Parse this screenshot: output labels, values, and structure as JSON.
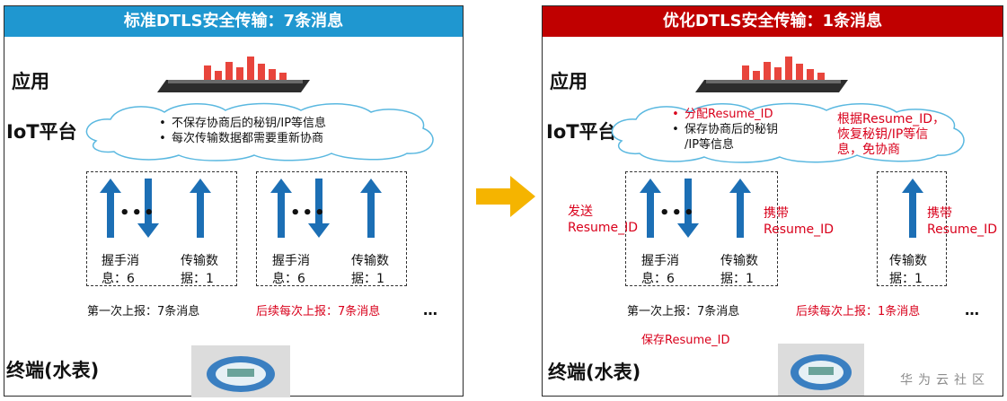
{
  "left_panel": {
    "title": "标准DTLS安全传输：7条消息",
    "app_label": "应用",
    "platform_label": "IoT平台",
    "platform_notes": [
      "不保存协商后的秘钥/IP等信息",
      "每次传输数据都需要重新协商"
    ],
    "groups": [
      {
        "handshake_label_1": "握手消",
        "handshake_label_2": "息：6",
        "transfer_label_1": "传输数",
        "transfer_label_2": "据：1"
      },
      {
        "handshake_label_1": "握手消",
        "handshake_label_2": "息：6",
        "transfer_label_1": "传输数",
        "transfer_label_2": "据：1"
      }
    ],
    "first_report": "第一次上报：7条消息",
    "later_report": "后续每次上报：7条消息",
    "ellipsis": "…",
    "terminal_label": "终端(水表)"
  },
  "right_panel": {
    "title": "优化DTLS安全传输：1条消息",
    "app_label": "应用",
    "platform_label": "IoT平台",
    "platform_note_red": "分配Resume_ID",
    "platform_note_black_1": "保存协商后的秘钥",
    "platform_note_black_2": "/IP等信息",
    "restore_note": [
      "根据Resume_ID，",
      "恢复秘钥/IP等信",
      "息，免协商"
    ],
    "send_note": [
      "发送",
      "Resume_ID"
    ],
    "carry_note_1": [
      "携带",
      "Resume_ID"
    ],
    "carry_note_2": [
      "携带",
      "Resume_ID"
    ],
    "group1": {
      "handshake_label_1": "握手消",
      "handshake_label_2": "息：6",
      "transfer_label_1": "传输数",
      "transfer_label_2": "据：1"
    },
    "group2": {
      "transfer_label_1": "传输数",
      "transfer_label_2": "据：1"
    },
    "first_report": "第一次上报：7条消息",
    "later_report": "后续每次上报：1条消息",
    "ellipsis": "…",
    "save_note": "保存Resume_ID",
    "terminal_label": "终端(水表)"
  },
  "watermark": "华为云社区",
  "colors": {
    "blue_banner": "#1f97d0",
    "red_banner": "#c00000",
    "arrow_blue": "#1c6fb5",
    "red_text": "#d9001b",
    "transition_arrow": "#f5b400"
  }
}
